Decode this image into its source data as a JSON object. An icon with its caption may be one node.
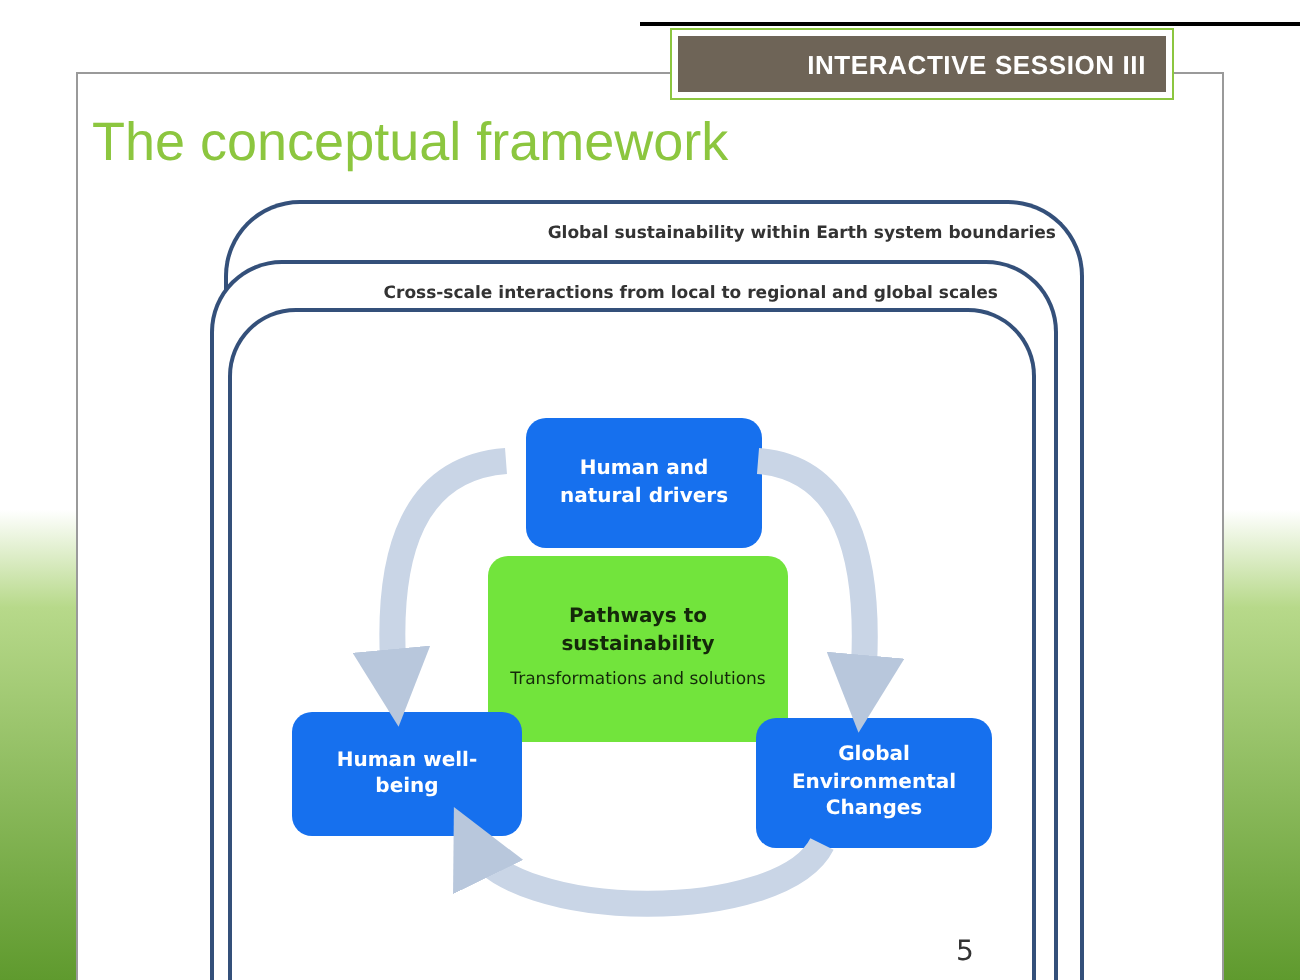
{
  "diagram": {
    "title": "The conceptual framework",
    "nodes": [
      {
        "text": [
          "Global sustainability within Earth system boundaries"
        ]
      },
      {
        "text": [
          "Cross-scale interactions from local to regional and global scales"
        ],
        "in": 0
      },
      {
        "text": [],
        "shape": "box",
        "in": 1
      },
      {
        "text": [
          "Human and natural drivers"
        ],
        "in": 2
      },
      {
        "text": [
          "Pathways to sustainability",
          "Transformations and solutions"
        ],
        "in": 2
      },
      {
        "text": [
          "Human well-being"
        ],
        "in": 2
      },
      {
        "text": [
          "Global Environmental Changes"
        ],
        "in": 2
      }
    ],
    "edges": [
      {
        "from": 3,
        "to": 6,
        "arrow": "to"
      },
      {
        "from": 6,
        "to": 5,
        "arrow": "to"
      },
      {
        "from": 3,
        "to": 5,
        "arrow": "to"
      }
    ],
    "labels": [
      "INTERACTIVE SESSION III",
      "5"
    ]
  }
}
